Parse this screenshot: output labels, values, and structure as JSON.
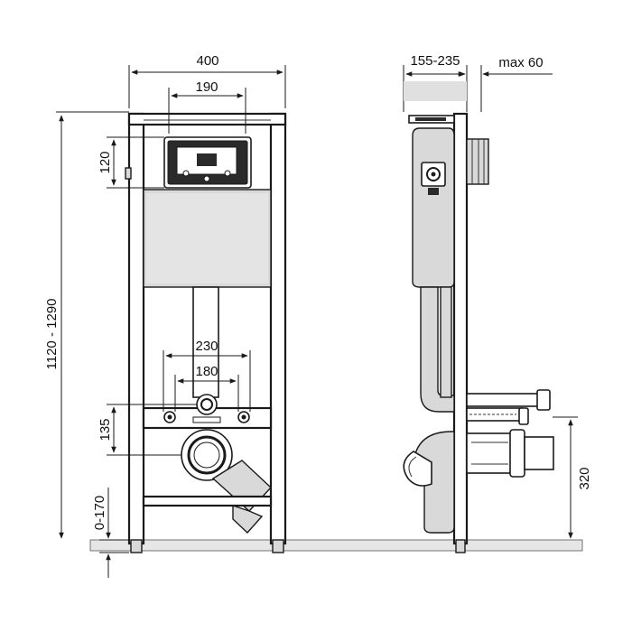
{
  "front": {
    "width_total": "400",
    "width_panel": "190",
    "panel_height": "120",
    "height_range": "1120 - 1290",
    "bolt_spacing_outer": "230",
    "bolt_spacing_inner": "180",
    "inlet_height": "135",
    "foot_adjust": "0-170"
  },
  "side": {
    "depth_range": "155-235",
    "wall_max": "max 60",
    "outlet_height": "320"
  },
  "colors": {
    "line": "#1a1a1a",
    "fill_gray": "#d9d9d9",
    "background": "#ffffff"
  }
}
